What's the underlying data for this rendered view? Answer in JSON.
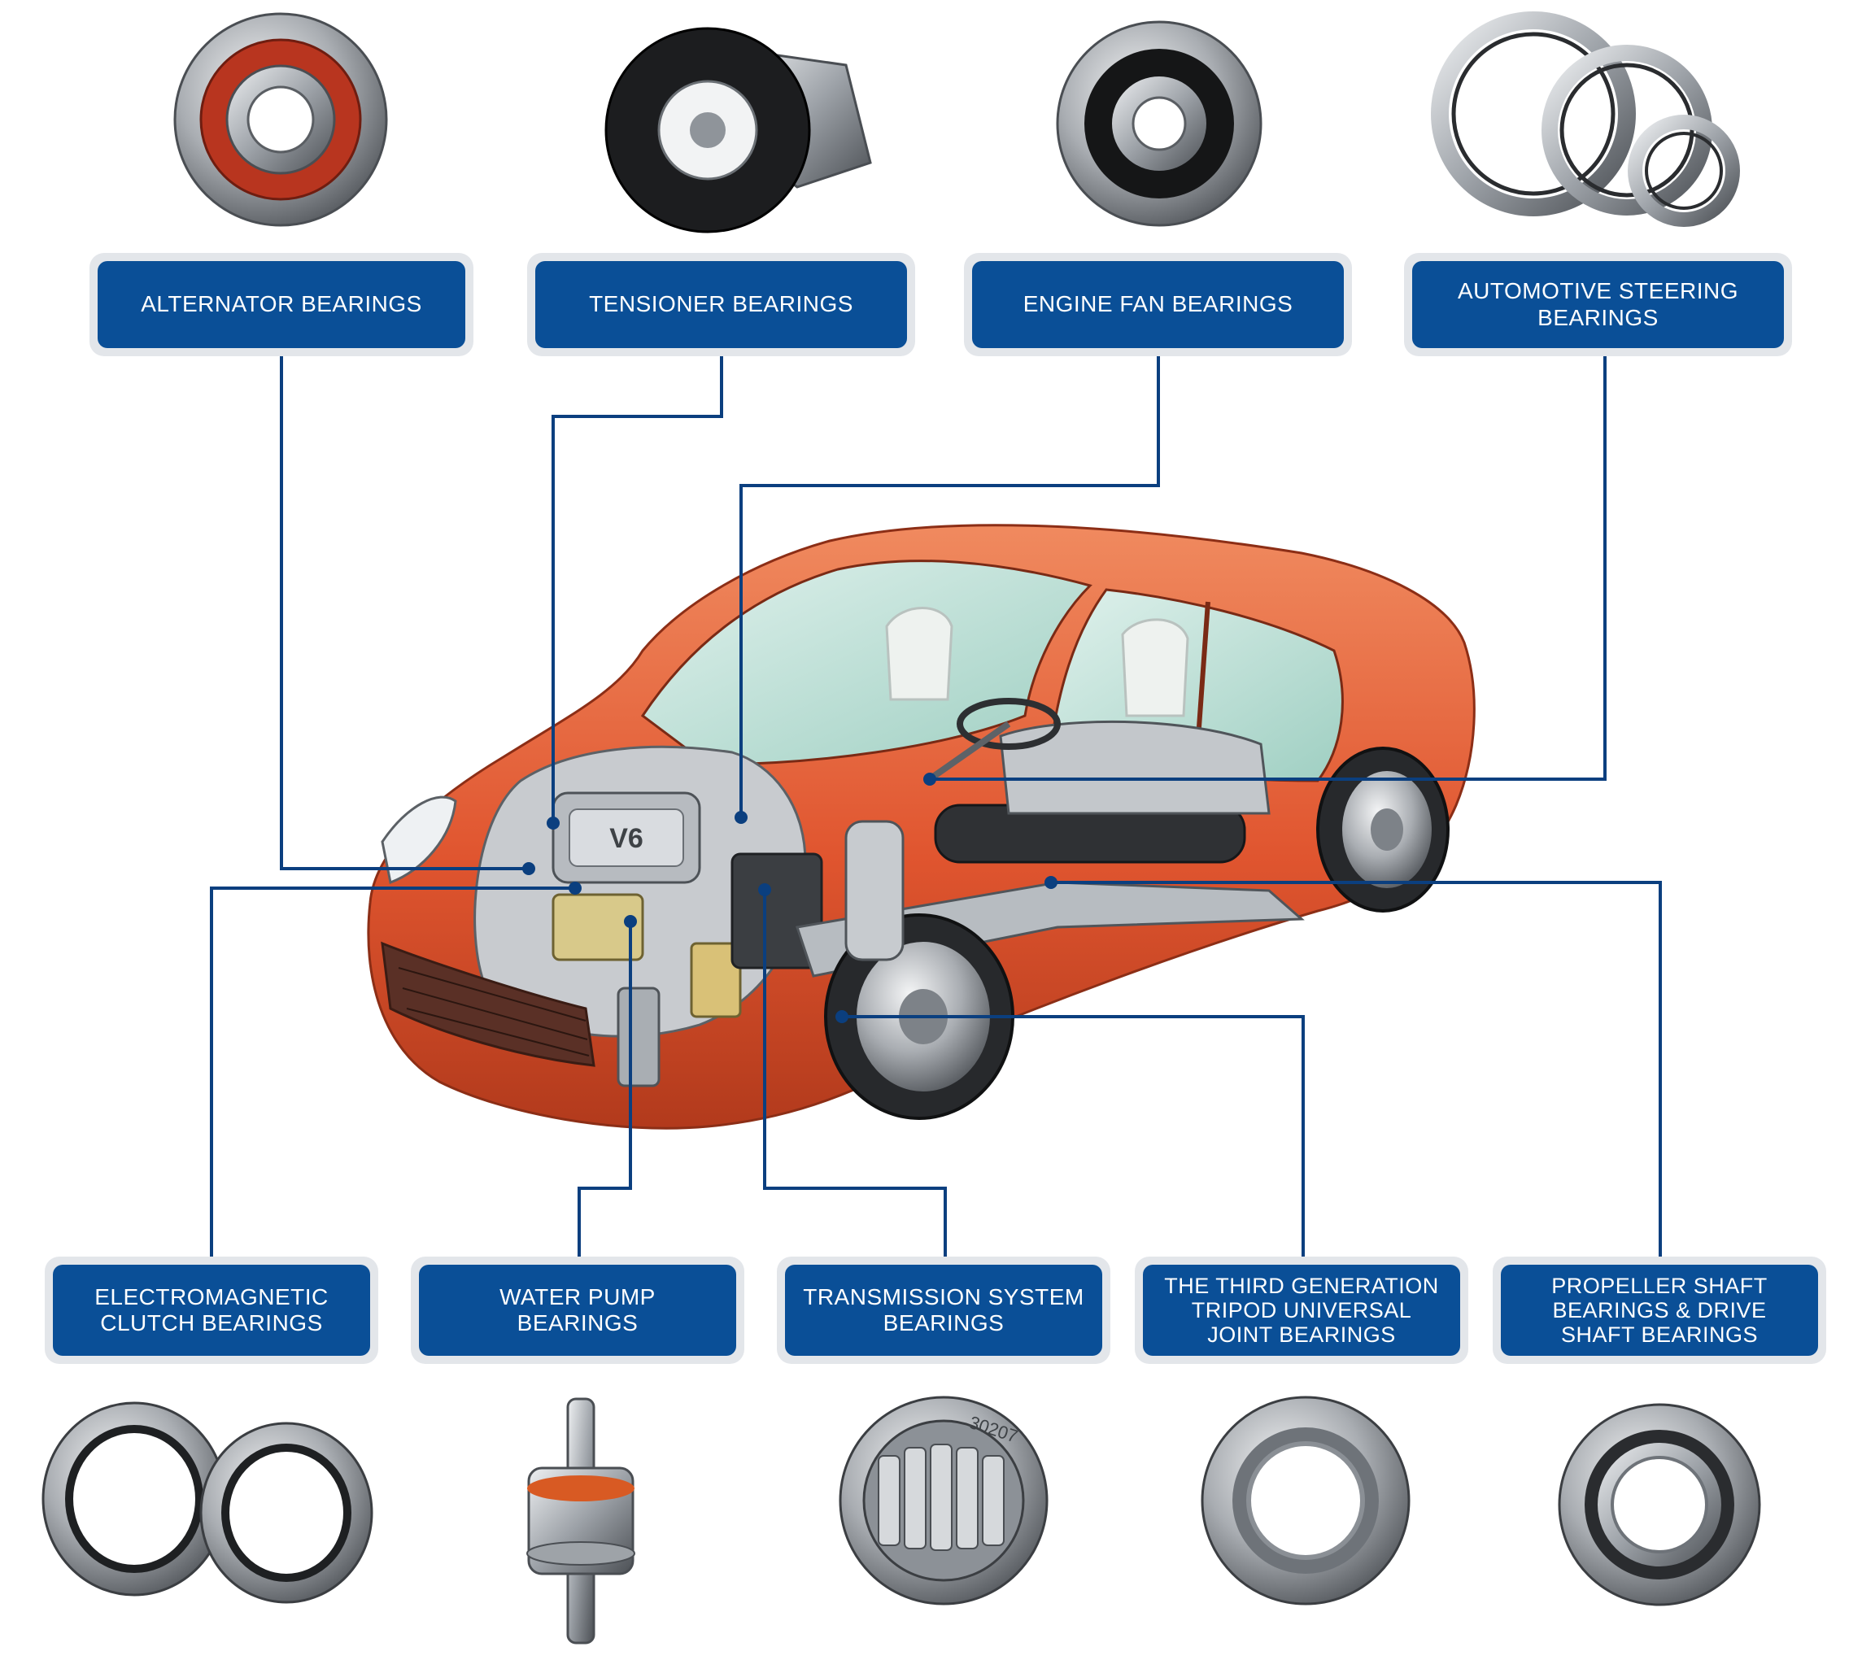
{
  "colors": {
    "accent": "#0a4f97",
    "label_frame": "#e3e6ea",
    "connector": "#0b3f7f",
    "car_body": "#e0552f"
  },
  "labels": {
    "alternator": "ALTERNATOR BEARINGS",
    "tensioner": "TENSIONER BEARINGS",
    "engine_fan": "ENGINE FAN BEARINGS",
    "steering": "AUTOMOTIVE STEERING\nBEARINGS",
    "clutch": "ELECTROMAGNETIC\nCLUTCH BEARINGS",
    "water_pump": "WATER PUMP\nBEARINGS",
    "transmission": "TRANSMISSION SYSTEM\nBEARINGS",
    "tripod": "THE THIRD GENERATION\nTRIPOD UNIVERSAL\nJOINT BEARINGS",
    "propeller": "PROPELLER SHAFT\nBEARINGS & DRIVE\nSHAFT BEARINGS"
  },
  "markings": {
    "engine_badge": "V6",
    "taper_bearing_code": "30207"
  }
}
